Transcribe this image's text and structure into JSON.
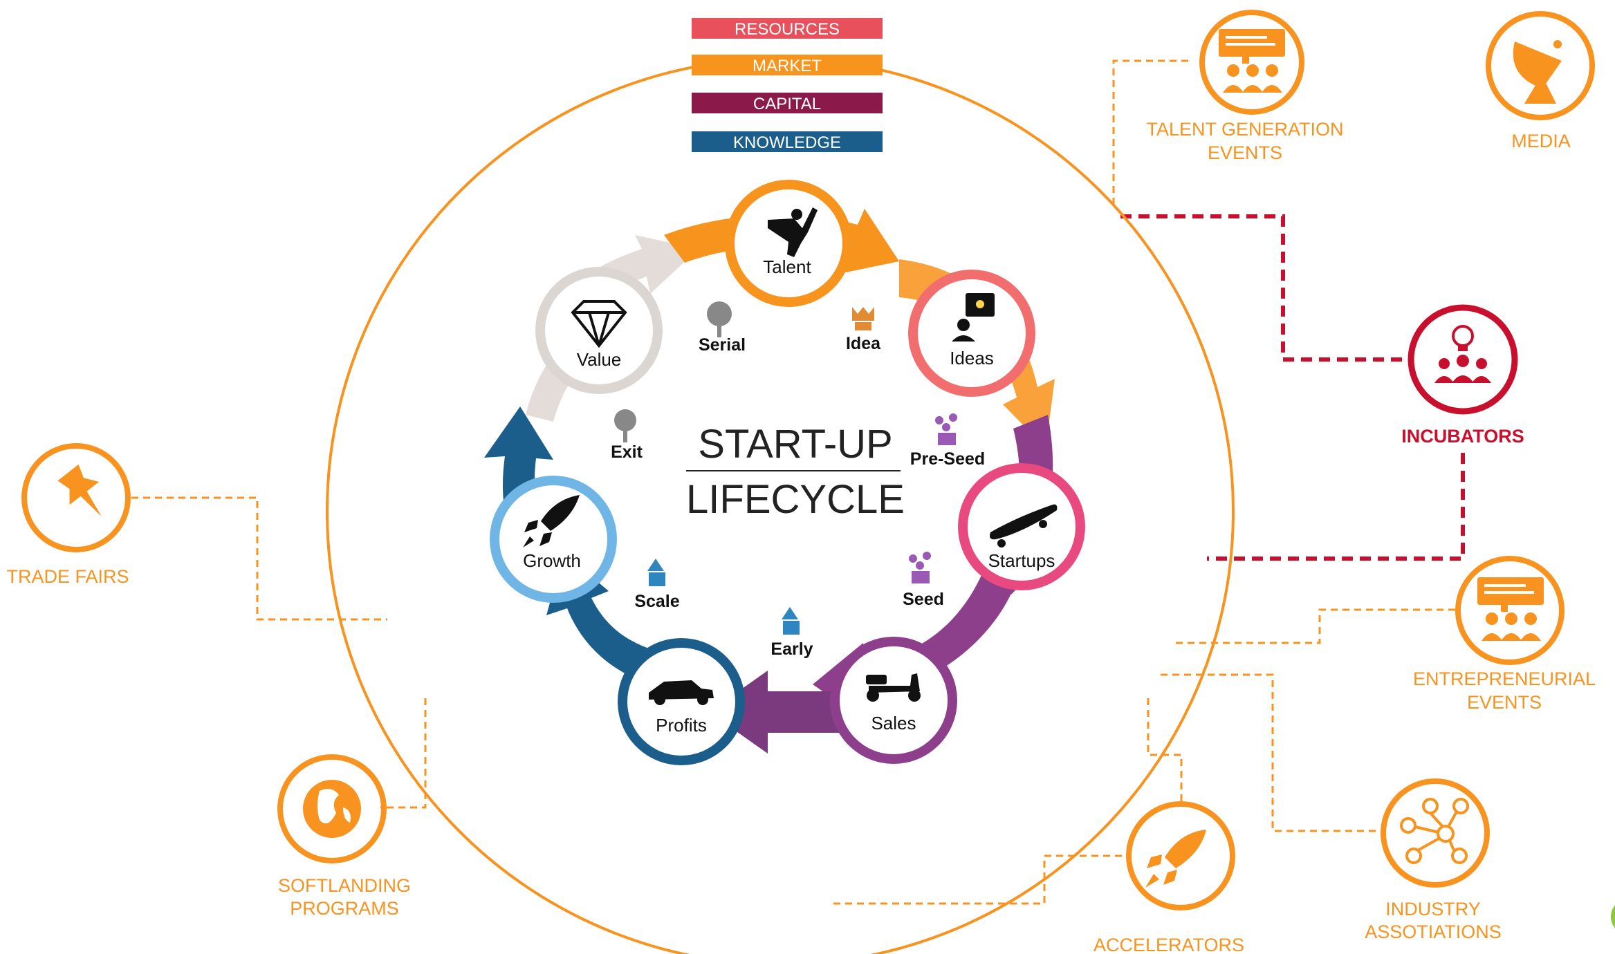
{
  "pillars": [
    {
      "label": "RESOURCES",
      "color": "#e8505b"
    },
    {
      "label": "MARKET",
      "color": "#f7941d"
    },
    {
      "label": "CAPITAL",
      "color": "#8b1a4a"
    },
    {
      "label": "KNOWLEDGE",
      "color": "#1b5e8c"
    }
  ],
  "title": {
    "line1": "START-UP",
    "line2": "LIFECYCLE"
  },
  "stages": {
    "talent": "Talent",
    "ideas": "Ideas",
    "startups": "Startups",
    "sales": "Sales",
    "profits": "Profits",
    "growth": "Growth",
    "value": "Value"
  },
  "phases": {
    "idea": "Idea",
    "pre_seed": "Pre-Seed",
    "seed": "Seed",
    "early": "Early",
    "scale": "Scale",
    "exit": "Exit",
    "serial": "Serial"
  },
  "nodes": {
    "talent_events": {
      "line1": "TALENT GENERATION",
      "line2": "EVENTS",
      "icon": "presentation-icon"
    },
    "media": {
      "line1": "MEDIA",
      "icon": "satellite-dish-icon"
    },
    "incubators": {
      "line1": "INCUBATORS",
      "icon": "lightbulb-team-icon"
    },
    "entrepreneurial_events": {
      "line1": "ENTREPRENEURIAL",
      "line2": "EVENTS",
      "icon": "presentation-icon"
    },
    "industry": {
      "line1": "INDUSTRY",
      "line2": "ASSOTIATIONS",
      "icon": "network-icon"
    },
    "accelerators": {
      "line1": "ACCELERATORS",
      "icon": "rocket-icon"
    },
    "softlanding": {
      "line1": "SOFTLANDING",
      "line2": "PROGRAMS",
      "icon": "globe-icon"
    },
    "trade_fairs": {
      "line1": "TRADE FAIRS",
      "icon": "pushpin-icon"
    }
  },
  "colors": {
    "orange": "#f7931e",
    "incubator_red": "#c8102e",
    "talent_orange": "#f7941d",
    "ideas_salmon": "#f26d6d",
    "startups_pink": "#e84a7f",
    "sales_purple": "#8e3f8c",
    "profits_blue": "#1b5e8c",
    "growth_lightblue": "#6fb5e5",
    "value_grey": "#dcd6d3"
  }
}
